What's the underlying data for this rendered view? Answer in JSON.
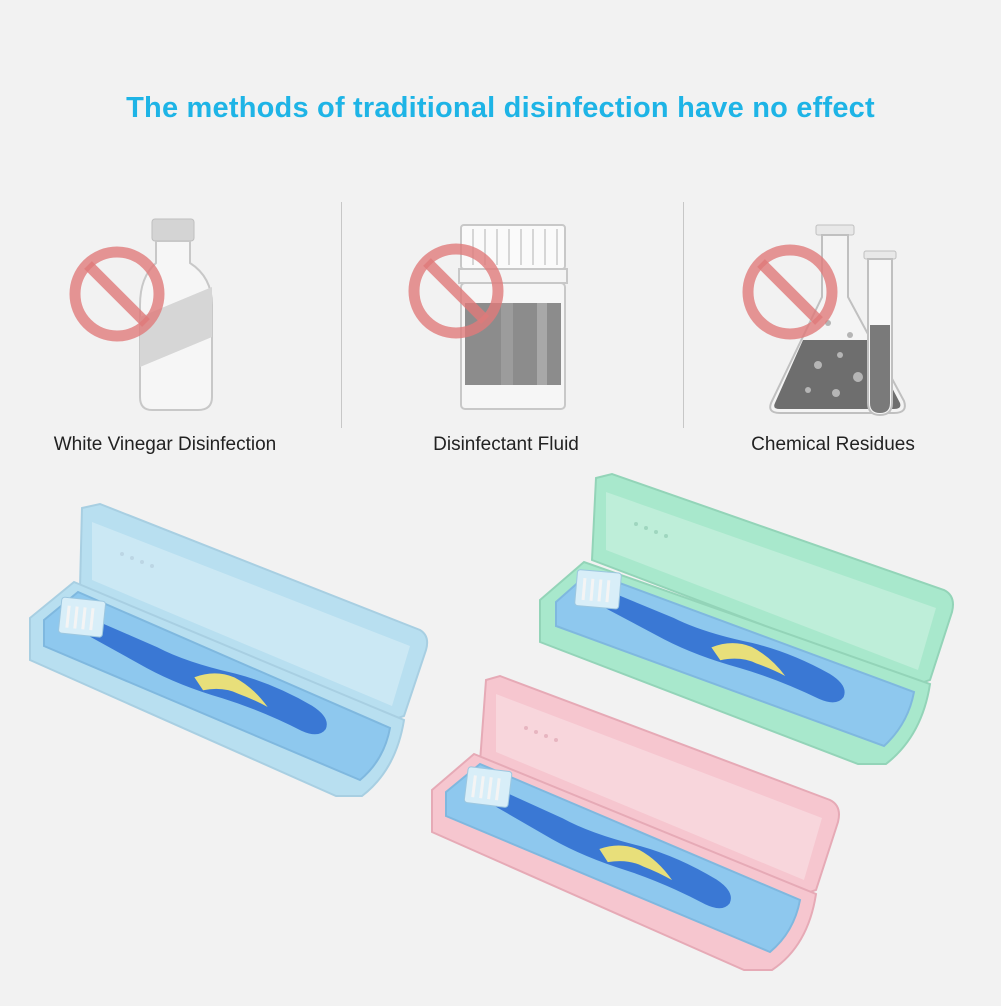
{
  "headline": "The methods of traditional disinfection have no effect",
  "colors": {
    "headline": "#1eb4e6",
    "prohibition": "#e07a7a",
    "case_blue": "#b8dff0",
    "case_green": "#a8e8cc",
    "case_pink": "#f6c6cf",
    "tray_blue": "#8ec8ee",
    "brush": "#3a78d4",
    "brush_accent": "#e8df7a"
  },
  "methods": [
    {
      "label": "White Vinegar Disinfection",
      "icon": "vinegar-bottle-icon"
    },
    {
      "label": "Disinfectant Fluid",
      "icon": "disinfectant-jar-icon"
    },
    {
      "label": "Chemical Residues",
      "icon": "lab-flask-icon"
    }
  ]
}
